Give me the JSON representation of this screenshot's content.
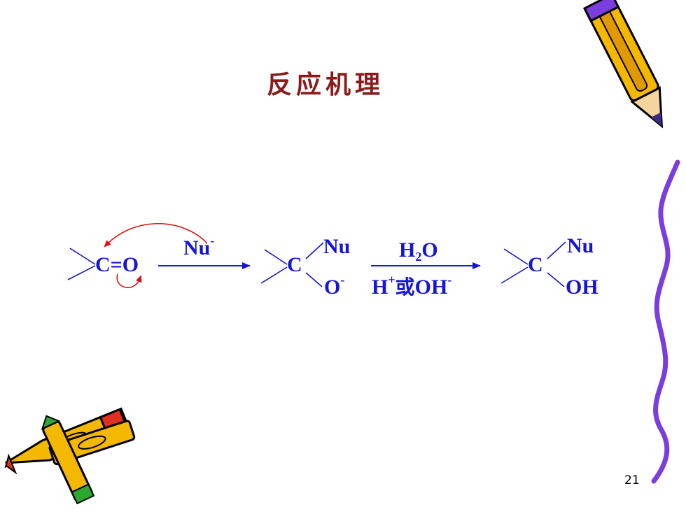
{
  "slide": {
    "title": "反应机理",
    "page_number": "21"
  },
  "reaction": {
    "reactant": {
      "carbon": "C",
      "bond": "=",
      "oxygen": "O"
    },
    "step1": {
      "reagent": "Nu",
      "charge": "-"
    },
    "intermediate": {
      "carbon": "C",
      "top_group": "Nu",
      "bottom_group": "O",
      "bottom_charge": "-"
    },
    "step2": {
      "above": {
        "h": "H",
        "sub": "2",
        "o": "O"
      },
      "below": {
        "h": "H",
        "h_charge": "+",
        "or_word": "或",
        "oh": "OH",
        "oh_charge": "-"
      }
    },
    "product": {
      "carbon": "C",
      "top_group": "Nu",
      "bottom_group": "OH"
    }
  },
  "colors": {
    "title": "#8b1a1a",
    "chemistry": "#1515d8",
    "mechanism_arrows": "#e01010",
    "squiggle": "#7a3de0",
    "pencil_body": "#f5b800"
  },
  "decorations": [
    "pencil-icon-top-right",
    "crossed-pencils-icon-bottom-left",
    "purple-squiggle-line"
  ]
}
